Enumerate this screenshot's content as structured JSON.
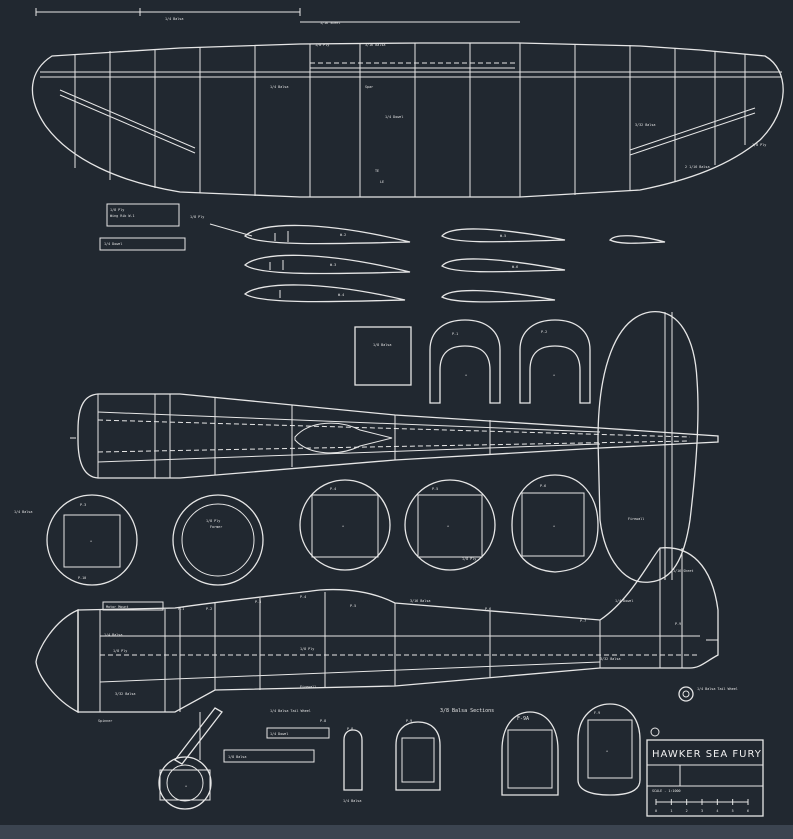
{
  "title_block": {
    "title": "HAWKER SEA FURY",
    "scale_label": "SCALE - 1:1000",
    "scale_ticks": [
      "0",
      "1",
      "2",
      "3",
      "4",
      "5",
      "6"
    ]
  },
  "labels": {
    "l1": "1/4 Balsa",
    "l2": "1/16 Sheet",
    "l3": "3/32 Balsa",
    "l4": "1/8 Ply",
    "l5": "P-1",
    "l6": "P-2",
    "l7": "P-3",
    "l8": "P-4",
    "l9": "P-5",
    "l10": "P-6",
    "l11": "P-7",
    "l12": "P-8",
    "l13": "P-9",
    "l14": "P-10",
    "l15": "F-9A",
    "l16": "F-9",
    "l17": "1/4 Balsa",
    "l18": "1/4 Balsa",
    "l19": "1/8 Ply",
    "l20": "2 1/16 Balsa",
    "l21": "Former",
    "l22": "1/8 Ply",
    "l23": "F-1",
    "l24": "F-2",
    "l25": "F-3",
    "l26": "1/8 Ply",
    "l27": "Spar",
    "l28": "1/4 Dowel",
    "l29": "TE",
    "l30": "LE",
    "l31": "3/16 Balsa",
    "l32": "1/8 Ply",
    "l33": "Wing Rib W-1",
    "l34": "W-2",
    "l35": "W-3",
    "l36": "W-4",
    "l37": "W-5",
    "l38": "W-6",
    "l39": "1/4 Dowel",
    "l40": "Firewall",
    "l41": "3/8 Balsa Sections",
    "l42": "1/4 Balsa Tail Wheel",
    "l43": "1/8 Balsa",
    "l44": "1/8 Ply",
    "l45": "Motor Mount",
    "l46": "Spinner"
  }
}
